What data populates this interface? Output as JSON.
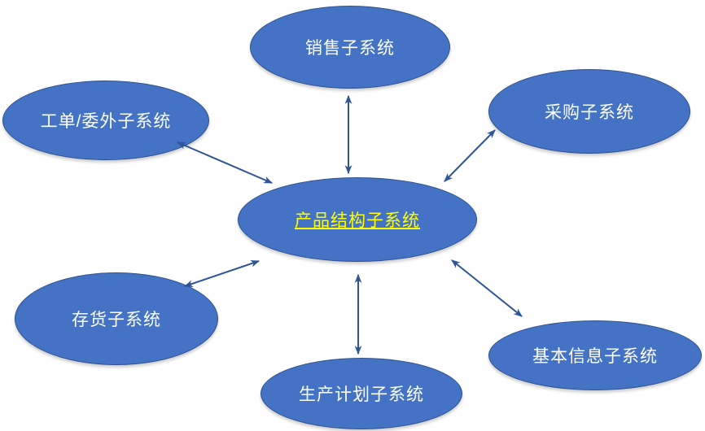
{
  "diagram": {
    "type": "hub-and-spoke",
    "center": {
      "id": "product-structure",
      "label": "产品结构子系统",
      "text_color": "#FFFF00",
      "underlined": true
    },
    "nodes": [
      {
        "id": "sales",
        "label": "销售子系统",
        "position": "top"
      },
      {
        "id": "workorder-outsource",
        "label": "工单/委外子系统",
        "position": "top-left"
      },
      {
        "id": "purchasing",
        "label": "采购子系统",
        "position": "top-right"
      },
      {
        "id": "inventory",
        "label": "存货子系统",
        "position": "bottom-left"
      },
      {
        "id": "production-planning",
        "label": "生产计划子系统",
        "position": "bottom"
      },
      {
        "id": "basic-information",
        "label": "基本信息子系统",
        "position": "bottom-right"
      }
    ],
    "connections": [
      {
        "from": "product-structure",
        "to": "sales",
        "style": "double-arrow"
      },
      {
        "from": "product-structure",
        "to": "workorder-outsource",
        "style": "double-arrow"
      },
      {
        "from": "product-structure",
        "to": "purchasing",
        "style": "double-arrow"
      },
      {
        "from": "product-structure",
        "to": "inventory",
        "style": "double-arrow"
      },
      {
        "from": "product-structure",
        "to": "production-planning",
        "style": "double-arrow"
      },
      {
        "from": "product-structure",
        "to": "basic-information",
        "style": "double-arrow"
      }
    ],
    "colors": {
      "ellipse_fill": "#4472C4",
      "ellipse_border": "#2F528F",
      "arrow": "#2F5597",
      "node_text": "#FFFFFF",
      "center_text": "#FFFF00",
      "background": "#FFFFFF"
    }
  }
}
